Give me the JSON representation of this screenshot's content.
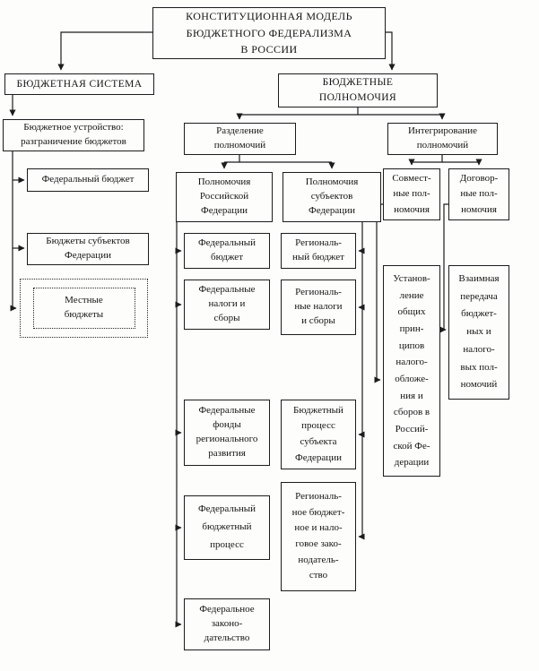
{
  "diagram": {
    "background": "#fdfdfb",
    "line_color": "#1c1c1c",
    "nodes": {
      "title": "КОНСТИТУЦИОННАЯ МОДЕЛЬ\nБЮДЖЕТНОГО ФЕДЕРАЛИЗМА\nВ РОССИИ",
      "budget_system": "БЮДЖЕТНАЯ СИСТЕМА",
      "budget_powers": "БЮДЖЕТНЫЕ\nПОЛНОМОЧИЯ",
      "budget_structure": "Бюджетное устройство:\nразграничение бюджетов",
      "federal_budget": "Федеральный бюджет",
      "subject_budgets": "Бюджеты субъектов\nФедерации",
      "local_budgets": "Местные\nбюджеты",
      "division_of_powers": "Разделение\nполномочий",
      "integration_of_powers": "Интегрирование\nполномочий",
      "rf_powers": "Полномочия\nРоссийской\nФедерации",
      "subject_powers": "Полномочия\nсубъектов\nФедерации",
      "federal_budget_2": "Федеральный\nбюджет",
      "federal_taxes": "Федеральные\nналоги и\nсборы",
      "federal_funds": "Федеральные\nфонды\nрегионального\nразвития",
      "federal_process": "Федеральный\nбюджетный\nпроцесс",
      "federal_legislation": "Федеральное\nзаконо-\nдательство",
      "regional_budget": "Региональ-\nный бюджет",
      "regional_taxes": "Региональ-\nные налоги\nи сборы",
      "subject_budget_process": "Бюджетный\nпроцесс\nсубъекта\nФедерации",
      "regional_legislation": "Региональ-\nное бюджет-\nное и нало-\nговое зако-\nнодатель-\nство",
      "joint_powers": "Совмест-\nные пол-\nномочия",
      "contract_powers": "Договор-\nные пол-\nномочия",
      "common_principles": "Установ-\nление\nобщих\nприн-\nципов\nналого-\nобложе-\nния и\nсборов в\nРоссий-\nской Фе-\nдерации",
      "mutual_transfer": "Взаимная\nпередача\nбюджет-\nных и\nналого-\nвых пол-\nномочий"
    }
  }
}
